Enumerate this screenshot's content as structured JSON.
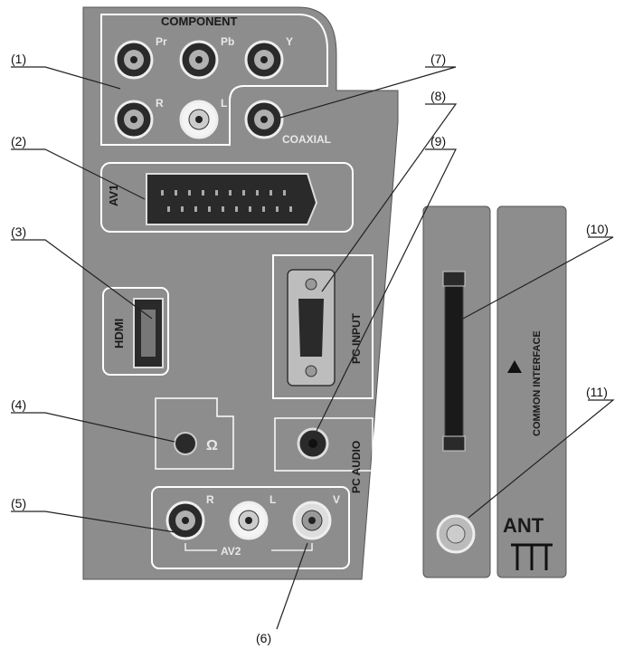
{
  "callouts": [
    "(1)",
    "(2)",
    "(3)",
    "(4)",
    "(5)",
    "(6)",
    "(7)",
    "(8)",
    "(9)",
    "(10)",
    "(11)"
  ],
  "panel_labels": {
    "component": "COMPONENT",
    "pr": "Pr",
    "pb": "Pb",
    "y": "Y",
    "r": "R",
    "l": "L",
    "coaxial": "COAXIAL",
    "av1": "AV1",
    "hdmi": "HDMI",
    "pc_input": "PC INPUT",
    "headphone": "Ω",
    "pc_audio": "PC AUDIO",
    "av2_r": "R",
    "av2_l": "L",
    "av2_v": "V",
    "av2": "AV2",
    "common_interface": "COMMON INTERFACE",
    "ant": "ANT",
    "ant_symbol": "Ͳ"
  },
  "colors": {
    "panel": "#8a8a8a",
    "outline": "#ffffff",
    "text": "#111111"
  }
}
